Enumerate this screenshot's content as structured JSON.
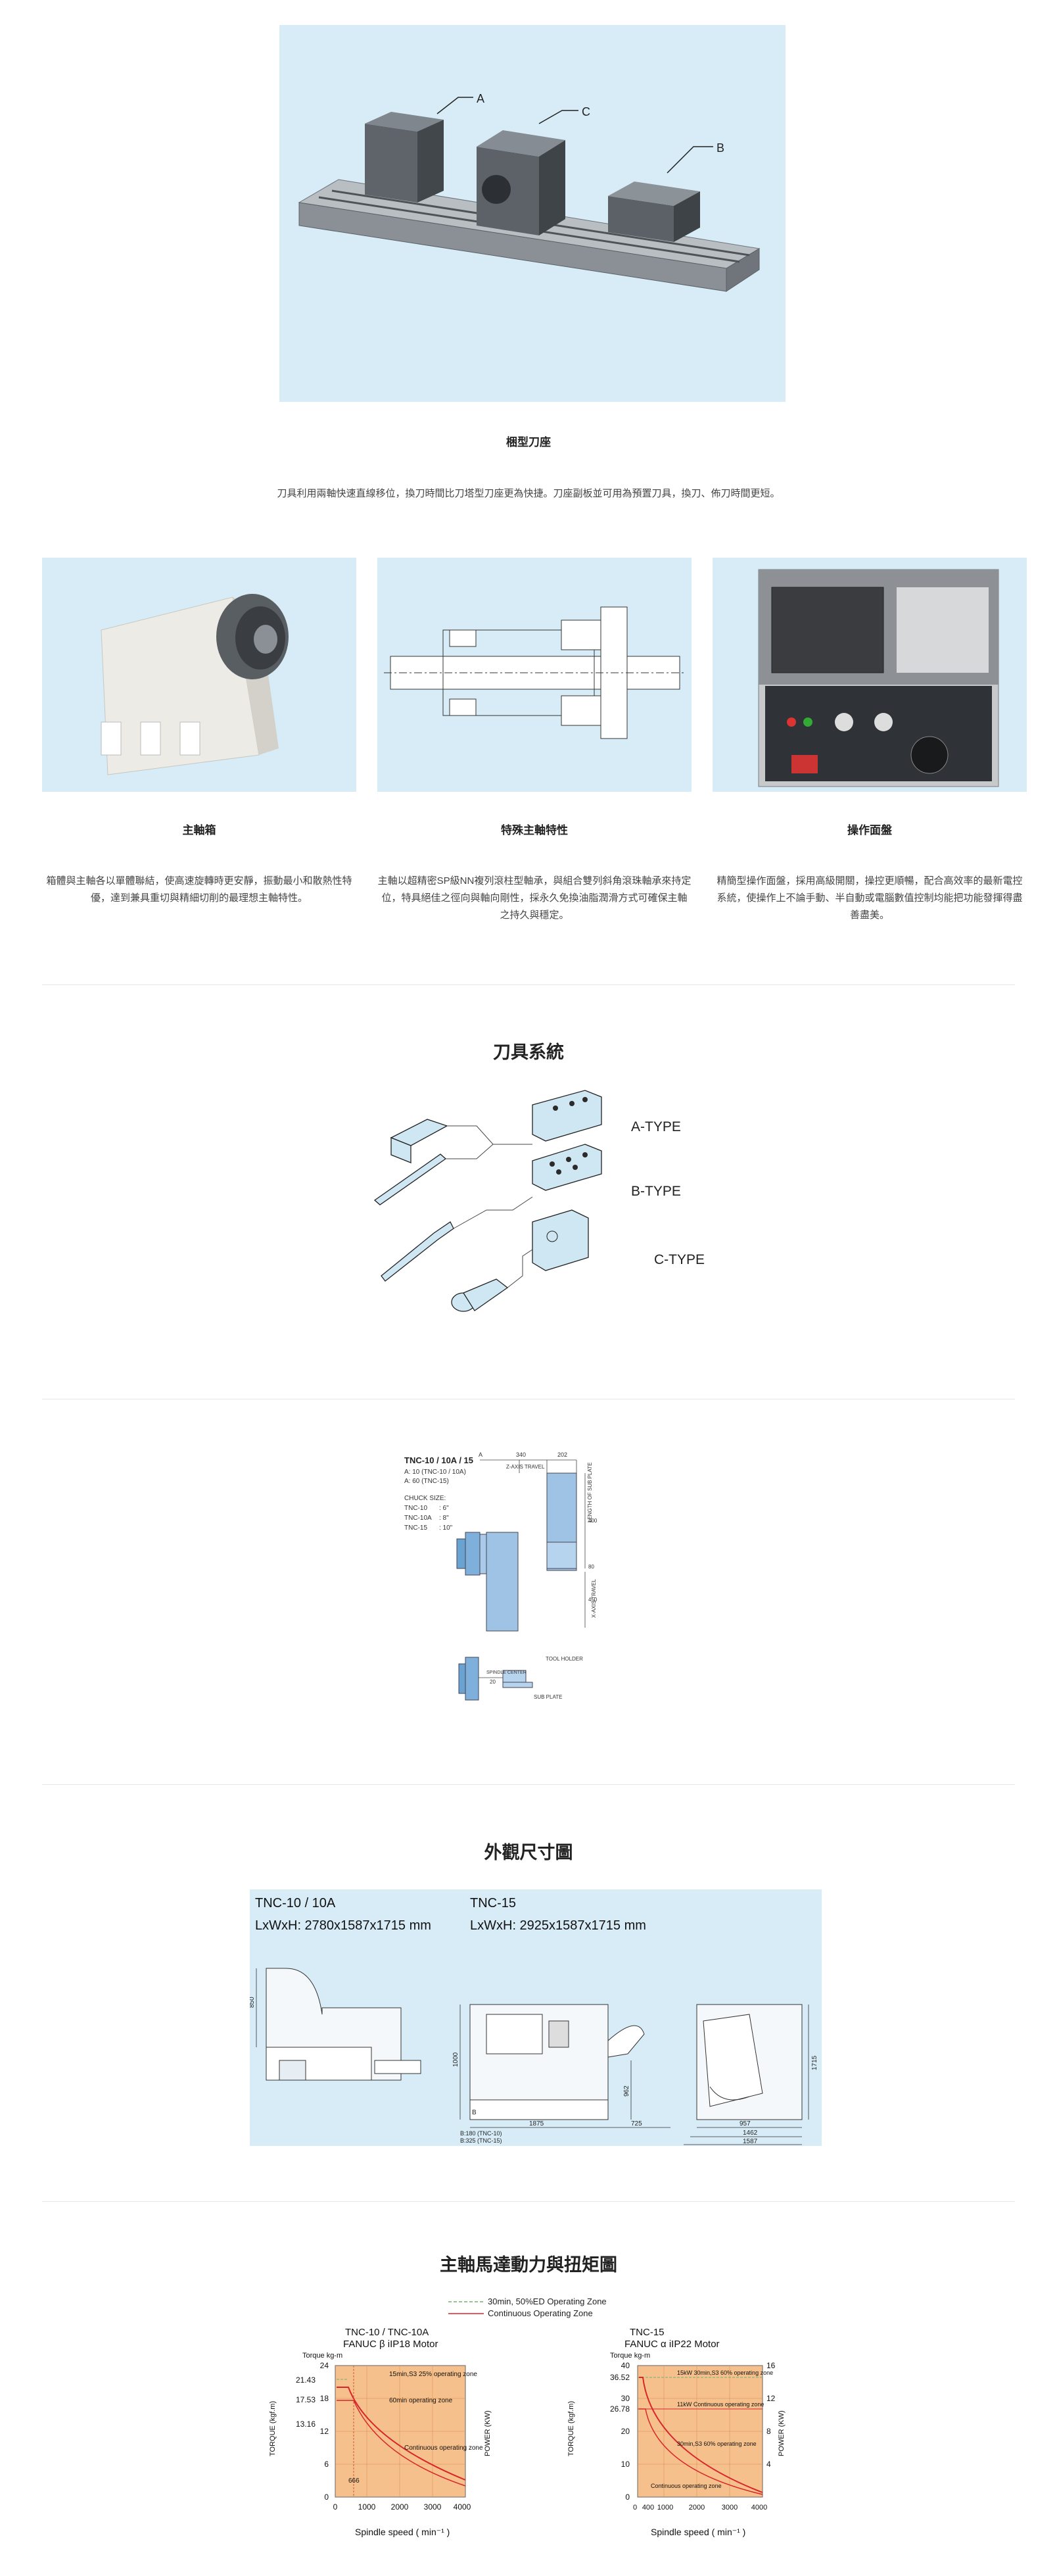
{
  "gang": {
    "labels": {
      "a": "A",
      "b": "B",
      "c": "C"
    },
    "caption": "梱型刀座",
    "description": "刀具利用兩軸快速直線移位，換刀時間比刀塔型刀座更為快捷。刀座副板並可用為預置刀具，換刀、佈刀時間更短。"
  },
  "features": [
    {
      "title": "主軸箱",
      "text": "箱體與主軸各以單體聯結，使高速旋轉時更安靜，振動最小和散熱性特優，達到兼具重切與精細切削的最理想主軸特性。"
    },
    {
      "title": "特殊主軸特性",
      "text": "主軸以超精密SP級NN複列滾柱型軸承，與組合雙列斜角滾珠軸承來持定位，特具絕佳之徑向與軸向剛性，採永久免換油脂潤滑方式可確保主軸之持久與穩定。"
    },
    {
      "title": "操作面盤",
      "text": "精簡型操作面盤，採用高級開關，操控更順暢，配合高效率的最新電控系統，使操作上不論手動、半自動或電腦數值控制均能把功能發揮得盡善盡美。"
    }
  ],
  "tooling": {
    "title": "刀具系統",
    "types": [
      "A-TYPE",
      "B-TYPE",
      "C-TYPE"
    ]
  },
  "travel": {
    "model": "TNC-10 / 10A / 15",
    "a_lines": [
      "A: 10 (TNC-10 / 10A)",
      "A: 60 (TNC-15)"
    ],
    "chuck_title": "CHUCK SIZE:",
    "chuck": [
      {
        "model": "TNC-10",
        "size": ": 6\""
      },
      {
        "model": "TNC-10A",
        "size": ": 8\""
      },
      {
        "model": "TNC-15",
        "size": ": 10\""
      }
    ],
    "labels": {
      "a": "A",
      "d340": "340",
      "d202": "202",
      "ztravel": "Z-AXIS TRAVEL",
      "length_sub": "LENGTH OF SUB PLATE",
      "d400": "400",
      "d80": "80",
      "d450": "450",
      "xtravel": "X-AXIS TRAVEL",
      "tool_holder": "TOOL HOLDER",
      "spindle_center": "SPINDLE CENTER",
      "d20": "20",
      "sub_plate": "SUB PLATE"
    }
  },
  "dims": {
    "title": "外觀尺寸圖",
    "left_model": "TNC-10 / 10A",
    "left_size": "LxWxH: 2780x1587x1715 mm",
    "right_model": "TNC-15",
    "right_size": "LxWxH: 2925x1587x1715 mm",
    "labels": {
      "d850": "850",
      "d1000": "1000",
      "d962": "962",
      "d1875": "1875",
      "d725": "725",
      "d957": "957",
      "d1462": "1462",
      "d1587": "1587",
      "d1715": "1715",
      "b": "B",
      "b1": "B:180 (TNC-10)",
      "b2": "B:325 (TNC-15)"
    }
  },
  "power": {
    "title": "主軸馬達動力與扭矩圖",
    "legend": [
      "30min, 50%ED Operating Zone",
      "Continuous Operating Zone"
    ],
    "left": {
      "model": "TNC-10 / TNC-10A",
      "motor": "FANUC β iIP18 Motor",
      "torque_unit": "Torque kg-m",
      "y_ticks": [
        "24",
        "18",
        "12",
        "6",
        "0"
      ],
      "torque_values": [
        "21.43",
        "17.53",
        "13.16"
      ],
      "x_ticks": [
        "0",
        "1000",
        "2000",
        "3000",
        "4000"
      ],
      "notes": [
        "15min,S3 25% operating zone",
        "60min operating zone",
        "Continuous operating zone"
      ],
      "rpm": "666"
    },
    "right": {
      "model": "TNC-15",
      "motor": "FANUC α iIP22  Motor",
      "torque_unit": "Torque kg-m",
      "y_ticks": [
        "40",
        "30",
        "20",
        "10",
        "0"
      ],
      "torque_values": [
        "36.52",
        "26.78"
      ],
      "power_ticks": [
        "16",
        "12",
        "8",
        "4"
      ],
      "x_ticks": [
        "0",
        "400",
        "1000",
        "2000",
        "3000",
        "4000"
      ],
      "notes": [
        "15kW 30min,S3 60% operating zone",
        "11kW Continuous operating zone",
        "30min,S3 60% operating zone",
        "Continuous operating zone"
      ]
    },
    "ylabel": "TORQUE (kgf.m)",
    "ylabel2": "POWER (KW)",
    "xlabel": "Spindle speed ( min⁻¹ )"
  },
  "colors": {
    "panel_blue": "#d7ecf7",
    "chart_fill": "#f5c08c",
    "curve": "#d8262a"
  }
}
